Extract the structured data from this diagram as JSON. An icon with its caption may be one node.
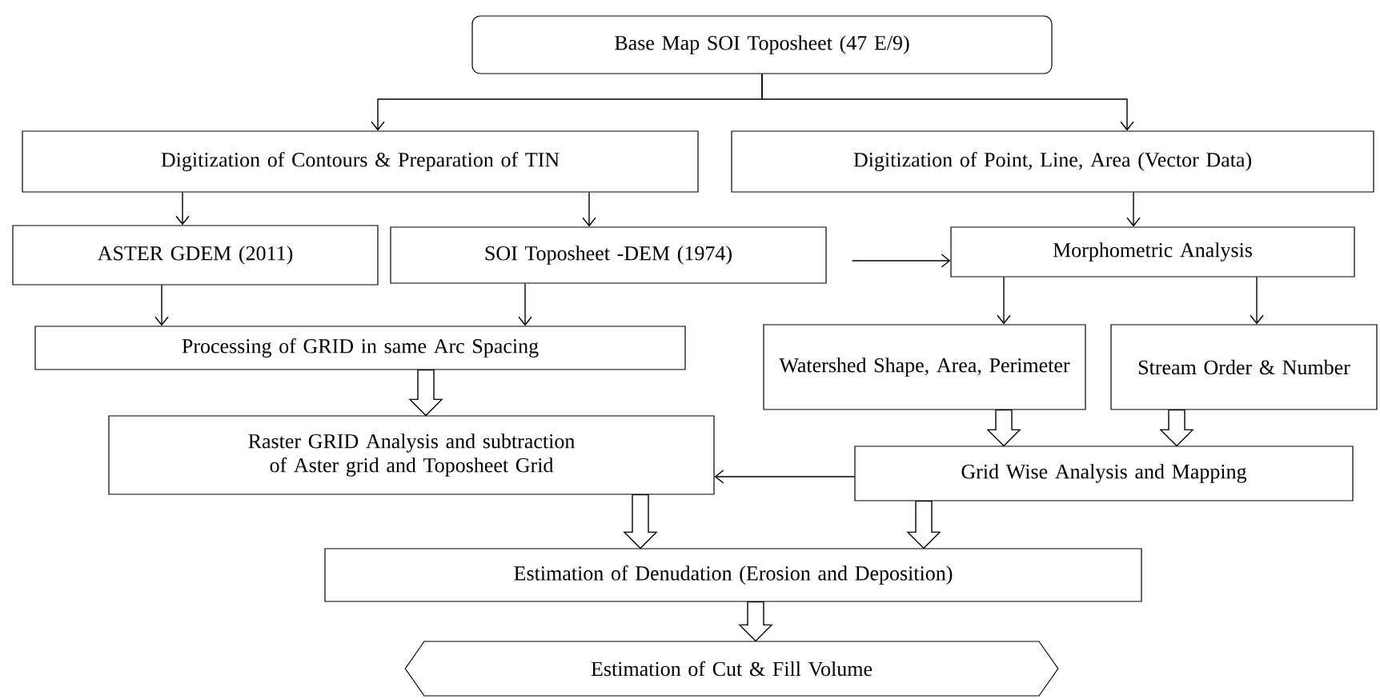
{
  "diagram": {
    "nodes": [
      {
        "text": [
          "Base Map  SOI Toposheet (47 E/9)"
        ]
      },
      {
        "text": [
          "Digitization of Contours & Preparation of TIN"
        ]
      },
      {
        "text": [
          "Digitization of Point, Line, Area (Vector Data)"
        ]
      },
      {
        "text": [
          "ASTER GDEM (2011)"
        ]
      },
      {
        "text": [
          "SOI Toposheet -DEM (1974)"
        ]
      },
      {
        "text": [
          "Morphometric Analysis"
        ]
      },
      {
        "text": [
          "Processing of GRID in same Arc Spacing"
        ]
      },
      {
        "text": [
          "Watershed Shape, Area, Perimeter"
        ]
      },
      {
        "text": [
          "Stream Order & Number"
        ]
      },
      {
        "text": [
          "Raster GRID Analysis and subtraction of Aster grid and Toposheet Grid"
        ]
      },
      {
        "text": [
          "Grid Wise Analysis and Mapping"
        ]
      },
      {
        "text": [
          "Estimation of Denudation (Erosion and Deposition)"
        ]
      },
      {
        "text": [
          "Estimation of Cut & Fill Volume"
        ]
      }
    ],
    "edges": [
      {
        "from": 0,
        "to": 1,
        "arrow": "to"
      },
      {
        "from": 0,
        "to": 2,
        "arrow": "to"
      },
      {
        "from": 1,
        "to": 3,
        "arrow": "to"
      },
      {
        "from": 1,
        "to": 4,
        "arrow": "to"
      },
      {
        "from": 2,
        "to": 5,
        "arrow": "to"
      },
      {
        "from": 4,
        "to": 5,
        "arrow": "to"
      },
      {
        "from": 3,
        "to": 6,
        "arrow": "to"
      },
      {
        "from": 4,
        "to": 6,
        "arrow": "to"
      },
      {
        "from": 5,
        "to": 7,
        "arrow": "to"
      },
      {
        "from": 5,
        "to": 8,
        "arrow": "to"
      },
      {
        "from": 6,
        "to": 9,
        "arrow": "to",
        "style": "thick"
      },
      {
        "from": 7,
        "to": 10,
        "arrow": "to",
        "style": "thick"
      },
      {
        "from": 8,
        "to": 10,
        "arrow": "to",
        "style": "thick"
      },
      {
        "from": 10,
        "to": 9,
        "arrow": "to"
      },
      {
        "from": 9,
        "to": 11,
        "arrow": "to",
        "style": "thick"
      },
      {
        "from": 10,
        "to": 11,
        "arrow": "to",
        "style": "thick"
      },
      {
        "from": 11,
        "to": 12,
        "arrow": "to",
        "style": "thick"
      }
    ]
  }
}
